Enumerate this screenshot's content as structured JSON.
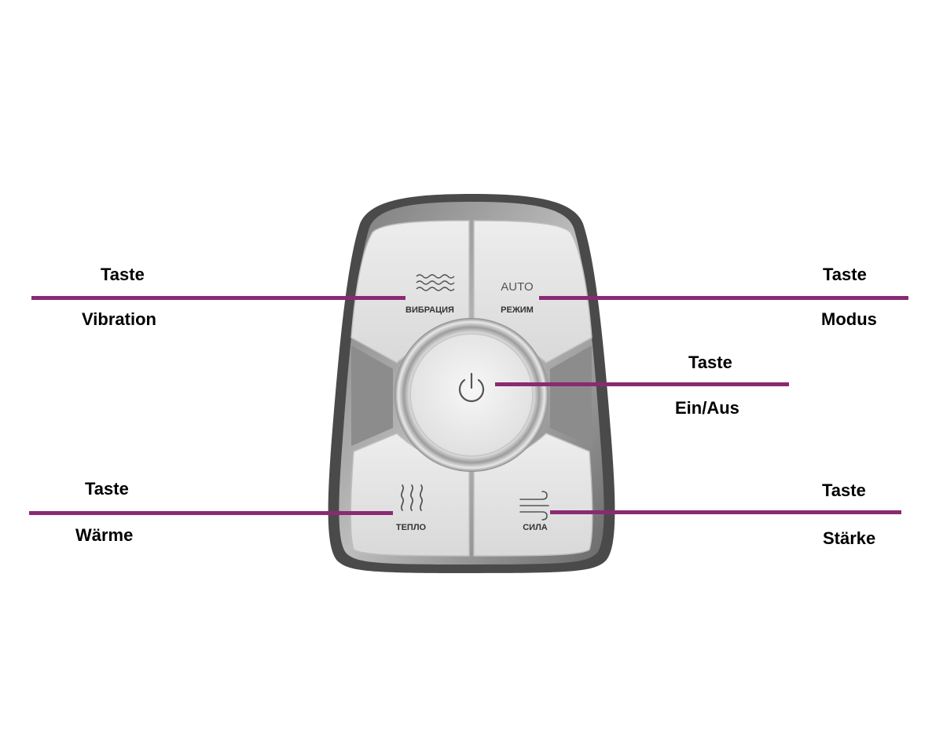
{
  "colors": {
    "leader": "#8a2a72",
    "label_text": "#000000",
    "button_face": "#e3e3e3",
    "bezel_outer": "#5a5a5a",
    "bezel_inner": "#9a9a9a"
  },
  "buttons": {
    "vibration": {
      "device_label": "ВИБРАЦИЯ",
      "icon": "waves-icon"
    },
    "mode": {
      "device_label": "РЕЖИМ",
      "auto_text": "AUTO",
      "icon": "auto-text"
    },
    "power": {
      "icon": "power-icon"
    },
    "heat": {
      "device_label": "ТЕПЛО",
      "icon": "heat-waves-icon"
    },
    "strength": {
      "device_label": "СИЛА",
      "icon": "wind-icon"
    }
  },
  "callouts": {
    "vibration": {
      "line1": "Taste",
      "line2": "Vibration"
    },
    "mode": {
      "line1": "Taste",
      "line2": "Modus"
    },
    "power": {
      "line1": "Taste",
      "line2": "Ein/Aus"
    },
    "heat": {
      "line1": "Taste",
      "line2": "Wärme"
    },
    "strength": {
      "line1": "Taste",
      "line2": "Stärke"
    }
  }
}
